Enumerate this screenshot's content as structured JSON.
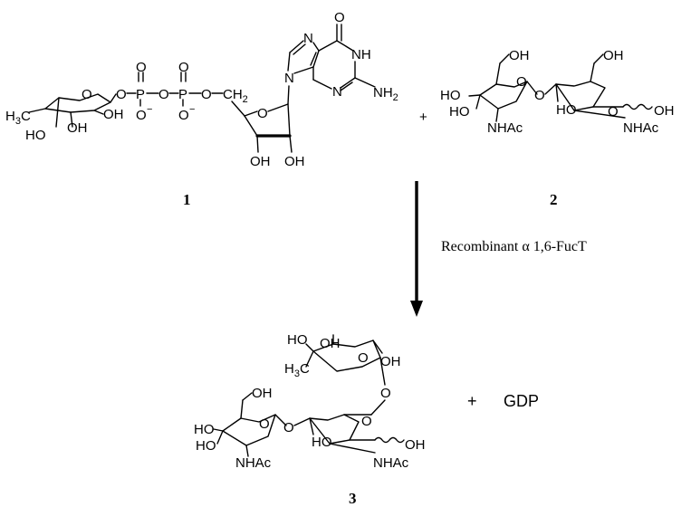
{
  "compounds": [
    {
      "id": "compound-1",
      "number": "1"
    },
    {
      "id": "compound-2",
      "number": "2"
    },
    {
      "id": "compound-3",
      "number": "3"
    }
  ],
  "plus": "+",
  "reaction": {
    "condition": "Recombinant α 1,6-FucT"
  },
  "byproduct": "GDP",
  "labels": {
    "h3c": "H",
    "three": "3",
    "c": "C",
    "o": "O",
    "p": "P",
    "minus": "−",
    "oh": "OH",
    "ho": "HO",
    "nh": "NH",
    "n": "N",
    "nh2_nh": "NH",
    "two": "2",
    "ch2_ch": "CH",
    "nhac": "NHAc"
  }
}
